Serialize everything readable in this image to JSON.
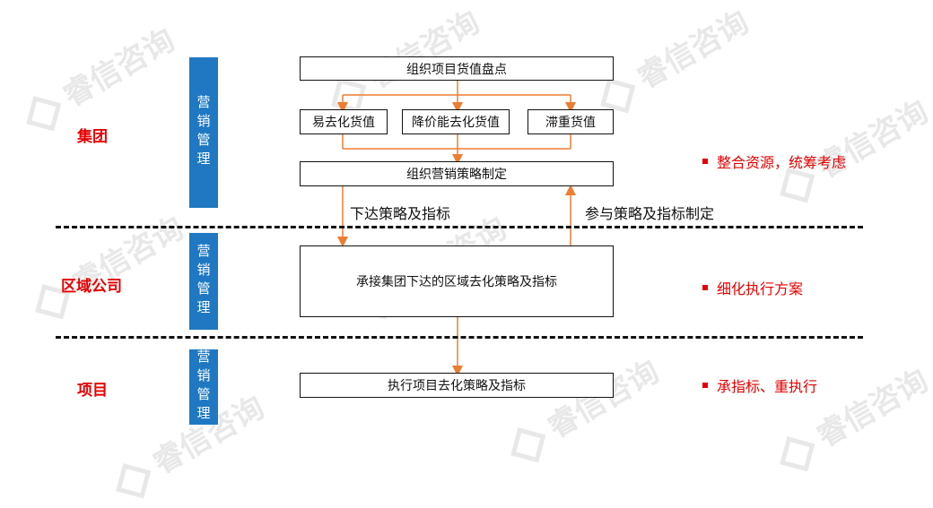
{
  "watermark": {
    "text": "睿信咨询"
  },
  "levels": {
    "group": "集团",
    "region": "区域公司",
    "project": "项目"
  },
  "side_bar": {
    "group": "营销管理",
    "region": "营销管理",
    "project": "营销管理"
  },
  "boxes": {
    "inventory": "组织项目货值盘点",
    "easy": "易去化货值",
    "reduce": "降价能去化货值",
    "stagnant": "滞重货值",
    "strategy": "组织营销策略制定",
    "region_task": "承接集团下达的区域去化策略及指标",
    "project_task": "执行项目去化策略及指标"
  },
  "flow": {
    "down": "下达策略及指标",
    "up": "参与策略及指标制定"
  },
  "notes": {
    "group": "整合资源，统筹考虑",
    "region": "细化执行方案",
    "project": "承指标、重执行"
  },
  "colors": {
    "accent": "#e60000",
    "bar": "#1f78c1",
    "arrow": "#ed7d31"
  }
}
